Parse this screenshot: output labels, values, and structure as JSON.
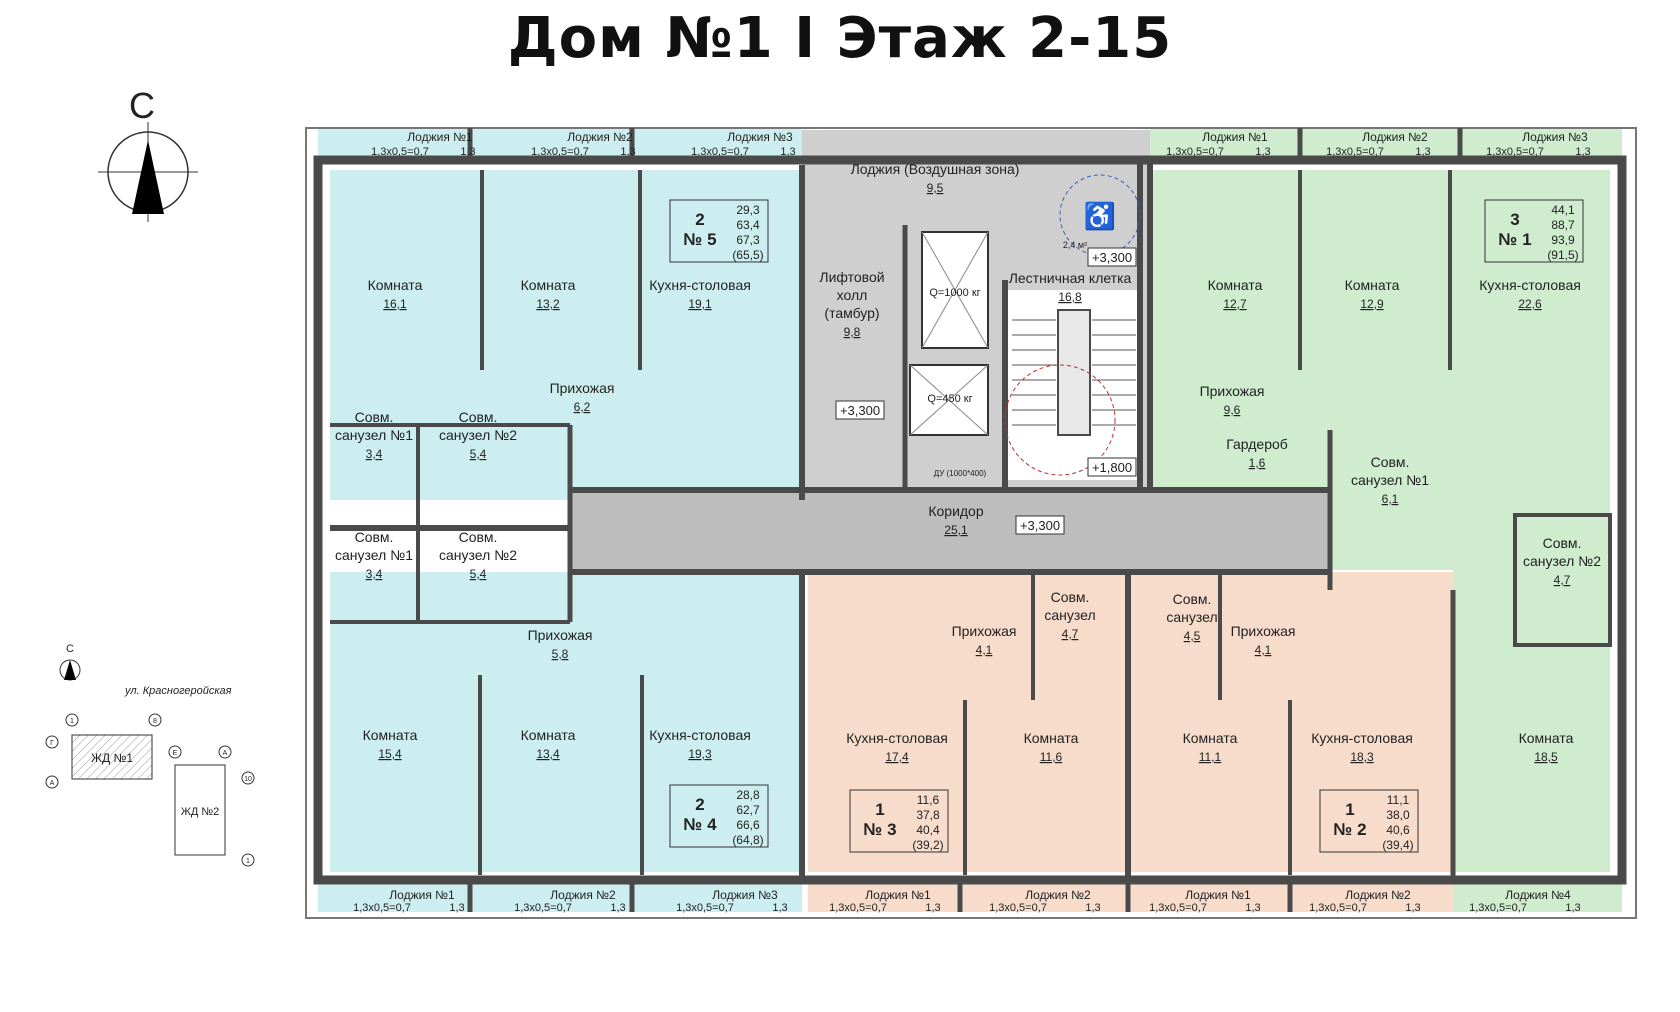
{
  "title": "Дом №1 I Этаж 2-15",
  "colors": {
    "aqua": "#cdeef0",
    "green": "#cfeccf",
    "peach": "#f7dccb",
    "gray": "#cfcfcf",
    "wall": "#4a4a4a"
  },
  "compass": {
    "north": "С"
  },
  "site": {
    "street": "ул. Красногеройская",
    "b1": "ЖД №1",
    "b2": "ЖД №2",
    "n": "С",
    "axes": [
      "1",
      "8",
      "Г",
      "А",
      "Е",
      "А",
      "10",
      "1"
    ]
  },
  "loggias": {
    "top": [
      {
        "name": "Лоджия №1",
        "dims": "1,3х0,5=0,7",
        "area": "1,3"
      },
      {
        "name": "Лоджия №2",
        "dims": "1,3х0,5=0,7",
        "area": "1,3"
      },
      {
        "name": "Лоджия №3",
        "dims": "1,3х0,5=0,7",
        "area": "1,3"
      },
      {
        "name": "Лоджия №1",
        "dims": "1,3х0,5=0,7",
        "area": "1,3"
      },
      {
        "name": "Лоджия №2",
        "dims": "1,3х0,5=0,7",
        "area": "1,3"
      },
      {
        "name": "Лоджия №3",
        "dims": "1,3х0,5=0,7",
        "area": "1,3"
      }
    ],
    "bottom": [
      {
        "name": "Лоджия №1",
        "dims": "1,3х0,5=0,7",
        "area": "1,3"
      },
      {
        "name": "Лоджия №2",
        "dims": "1,3х0,5=0,7",
        "area": "1,3"
      },
      {
        "name": "Лоджия №3",
        "dims": "1,3х0,5=0,7",
        "area": "1,3"
      },
      {
        "name": "Лоджия №1",
        "dims": "1,3х0,5=0,7",
        "area": "1,3"
      },
      {
        "name": "Лоджия №2",
        "dims": "1,3х0,5=0,7",
        "area": "1,3"
      },
      {
        "name": "Лоджия №1",
        "dims": "1,3х0,5=0,7",
        "area": "1,3"
      },
      {
        "name": "Лоджия №2",
        "dims": "1,3х0,5=0,7",
        "area": "1,3"
      },
      {
        "name": "Лоджия №4",
        "dims": "1,3х0,5=0,7",
        "area": "1,3"
      }
    ]
  },
  "apartments": [
    {
      "rooms": "2",
      "num": "№ 5",
      "vals": [
        "29,3",
        "63,4",
        "67,3",
        "(65,5)"
      ]
    },
    {
      "rooms": "3",
      "num": "№ 1",
      "vals": [
        "44,1",
        "88,7",
        "93,9",
        "(91,5)"
      ]
    },
    {
      "rooms": "2",
      "num": "№ 4",
      "vals": [
        "28,8",
        "62,7",
        "66,6",
        "(64,8)"
      ]
    },
    {
      "rooms": "1",
      "num": "№ 3",
      "vals": [
        "11,6",
        "37,8",
        "40,4",
        "(39,2)"
      ]
    },
    {
      "rooms": "1",
      "num": "№ 2",
      "vals": [
        "11,1",
        "38,0",
        "40,6",
        "(39,4)"
      ]
    }
  ],
  "rooms": [
    {
      "name": "Комната",
      "area": "16,1"
    },
    {
      "name": "Комната",
      "area": "13,2"
    },
    {
      "name": "Кухня-столовая",
      "area": "19,1"
    },
    {
      "name": "Прихожая",
      "area": "6,2"
    },
    {
      "name": "Совм. санузел №1",
      "area": "3,4"
    },
    {
      "name": "Совм. санузел №2",
      "area": "5,4"
    },
    {
      "name": "Совм. санузел №1",
      "area": "3,4"
    },
    {
      "name": "Совм. санузел №2",
      "area": "5,4"
    },
    {
      "name": "Прихожая",
      "area": "5,8"
    },
    {
      "name": "Комната",
      "area": "15,4"
    },
    {
      "name": "Комната",
      "area": "13,4"
    },
    {
      "name": "Кухня-столовая",
      "area": "19,3"
    },
    {
      "name": "Лоджия (Воздушная зона)",
      "area": "9,5"
    },
    {
      "name": "Лифтовой холл (тамбур)",
      "area": "9,8"
    },
    {
      "name": "Лестничная клетка",
      "area": "16,8"
    },
    {
      "name": "Коридор",
      "area": "25,1"
    },
    {
      "name": "Комната",
      "area": "12,7"
    },
    {
      "name": "Комната",
      "area": "12,9"
    },
    {
      "name": "Кухня-столовая",
      "area": "22,6"
    },
    {
      "name": "Прихожая",
      "area": "9,6"
    },
    {
      "name": "Гардероб",
      "area": "1,6"
    },
    {
      "name": "Совм. санузел №1",
      "area": "6,1"
    },
    {
      "name": "Совм. санузел №2",
      "area": "4,7"
    },
    {
      "name": "Прихожая",
      "area": "4,1"
    },
    {
      "name": "Совм. санузел",
      "area": "4,7"
    },
    {
      "name": "Совм. санузел",
      "area": "4,5"
    },
    {
      "name": "Прихожая",
      "area": "4,1"
    },
    {
      "name": "Кухня-столовая",
      "area": "17,4"
    },
    {
      "name": "Комната",
      "area": "11,6"
    },
    {
      "name": "Комната",
      "area": "11,1"
    },
    {
      "name": "Кухня-столовая",
      "area": "18,3"
    },
    {
      "name": "Комната",
      "area": "18,5"
    }
  ],
  "lifts": {
    "big": "Q=1000 кг",
    "small": "Q=450 кг"
  },
  "levels": [
    "+3,300",
    "+3,300",
    "+1,800",
    "+3,300"
  ],
  "small_tags": [
    "2,4 м²",
    "ДУ (1000*400)"
  ]
}
